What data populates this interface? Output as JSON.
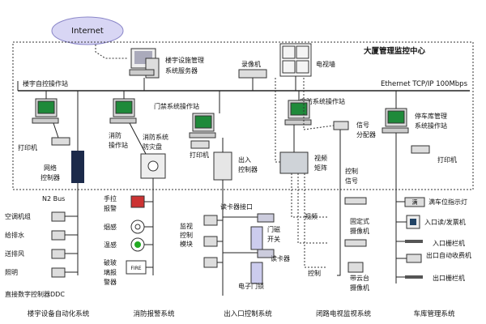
{
  "internet": "Internet",
  "center_title": "大厦管理监控中心",
  "ethernet_label": "Ethernet TCP/IP 100Mbps",
  "top": {
    "server": [
      "楼宇设施管理",
      "系统服务器"
    ],
    "recorder": "录像机",
    "tv_wall": "电视墙"
  },
  "workstations": {
    "bas": "楼宇自控操作站",
    "fire": [
      "消防",
      "操作站"
    ],
    "access": "门禁系统操作站",
    "security": "安防系统操作站",
    "parking": [
      "停车库管理",
      "系统操作站"
    ]
  },
  "devices": {
    "printer": "打印机",
    "network_controller": [
      "网络",
      "控制器"
    ],
    "fire_panel": [
      "消防系统",
      "防灾盘"
    ],
    "entry_controller": [
      "出入",
      "控制器"
    ],
    "signal_distributor": [
      "信号",
      "分配器"
    ],
    "video_matrix": [
      "视频",
      "矩阵"
    ],
    "control_signal": [
      "控制",
      "信号"
    ]
  },
  "bas": {
    "bus": "N2 Bus",
    "items": [
      "空调机组",
      "给排水",
      "送排风",
      "照明"
    ],
    "ddc": "直接数字控制器DDC"
  },
  "fire": {
    "items": [
      [
        "手拉",
        "报警"
      ],
      [
        "烟感"
      ],
      [
        "温感"
      ],
      [
        "破玻",
        "璃报",
        "警器"
      ]
    ],
    "fire_button": "FIRE"
  },
  "access": {
    "card_interface": "读卡器接口",
    "module": [
      "监视",
      "控制",
      "模块"
    ],
    "magnetic_switch": [
      "门磁",
      "开关"
    ],
    "card_reader": "读卡器",
    "door_lock": "电子门锁"
  },
  "cctv": {
    "video": "视频",
    "control": "控制",
    "fixed_camera": [
      "固定式",
      "摄像机"
    ],
    "ptz_camera": [
      "带云台",
      "摄像机"
    ]
  },
  "parking": {
    "full_sign": "满",
    "full_light": "满车位指示灯",
    "entry_reader": "入口读/发票机",
    "entry_barrier": "入口栅栏机",
    "exit_fee": "出口自动收费机",
    "exit_barrier": "出口栅栏机"
  },
  "sections": [
    "楼宇设备自动化系统",
    "消防报警系统",
    "出入口控制系统",
    "闭路电视监视系统",
    "车库管理系统"
  ],
  "colors": {
    "screen": "#1f8a3a",
    "cloud": "#d8d6f4",
    "cloud_stroke": "#8a86c8",
    "cabinet": "#1c2a4a"
  }
}
